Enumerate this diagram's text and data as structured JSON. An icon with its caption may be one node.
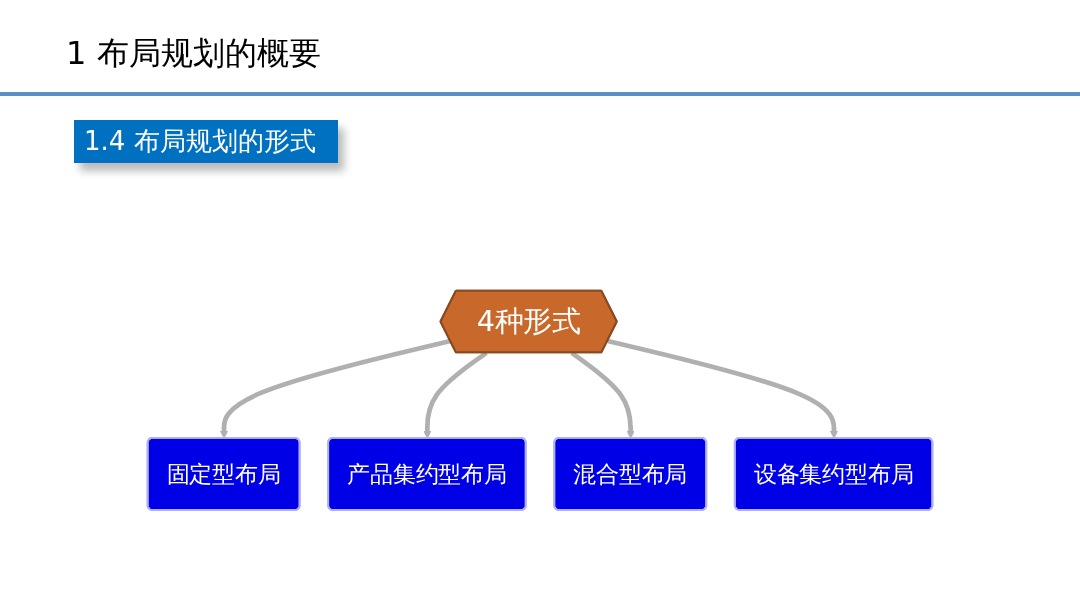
{
  "diagram": {
    "title": "1 布局规划的概要",
    "nodes": [
      {
        "text": [
          "固定型布局"
        ]
      },
      {
        "text": [
          "产品集约型布局"
        ]
      },
      {
        "text": [
          "4种形式"
        ]
      },
      {
        "text": [
          "混合型布局"
        ]
      },
      {
        "text": [
          "设备集约型布局"
        ]
      }
    ],
    "edges": [
      {
        "from": 2,
        "to": 0,
        "arrow": "to"
      },
      {
        "from": 2,
        "to": 1,
        "arrow": "to"
      },
      {
        "from": 2,
        "to": 3,
        "arrow": "to"
      },
      {
        "from": 2,
        "to": 4,
        "arrow": "to"
      }
    ],
    "labels": [
      "1.4 布局规划的形式"
    ]
  }
}
